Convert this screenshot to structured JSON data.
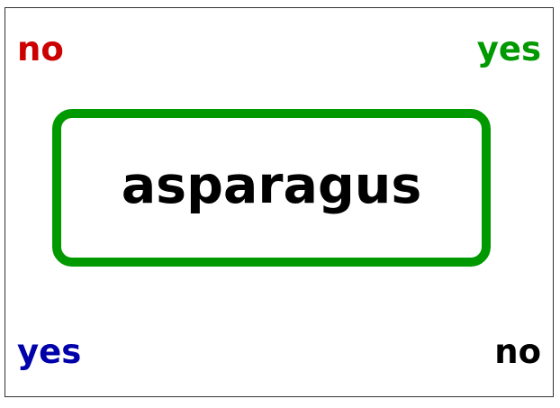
{
  "corners": {
    "top_left": {
      "text": "no",
      "color": "#cc0000"
    },
    "top_right": {
      "text": "yes",
      "color": "#009900"
    },
    "bottom_left": {
      "text": "yes",
      "color": "#0000aa"
    },
    "bottom_right": {
      "text": "no",
      "color": "#000000"
    }
  },
  "center": {
    "word": "asparagus",
    "border_color": "#009900"
  }
}
